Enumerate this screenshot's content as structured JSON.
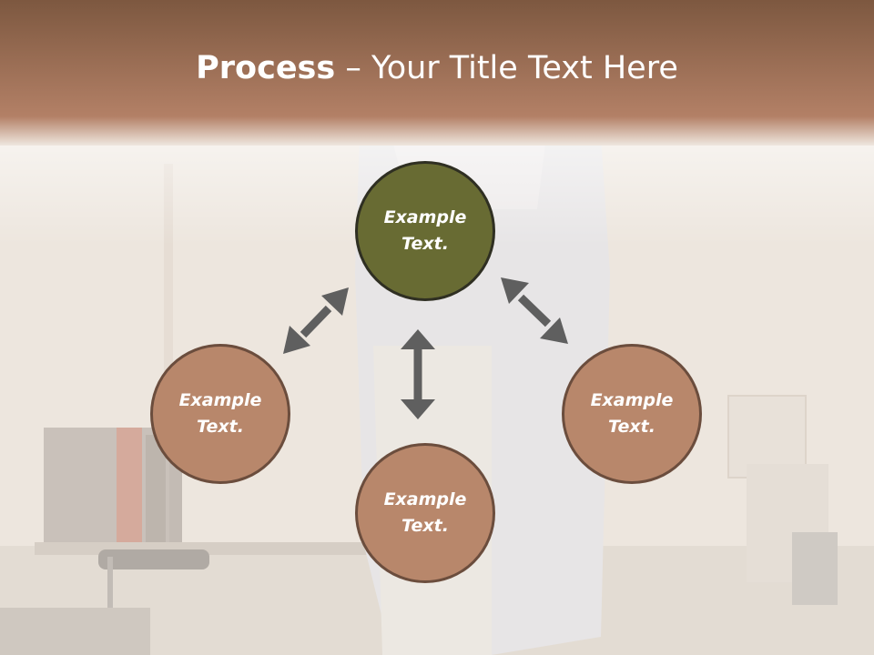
{
  "slide": {
    "title_bold": "Process",
    "title_rest": " – Your Title Text Here"
  },
  "nodes": {
    "top": {
      "line1": "Example",
      "line2": "Text."
    },
    "left": {
      "line1": "Example",
      "line2": "Text."
    },
    "bottom": {
      "line1": "Example",
      "line2": "Text."
    },
    "right": {
      "line1": "Example",
      "line2": "Text."
    }
  },
  "colors": {
    "header_top": "#7f5a42",
    "header_bottom": "#b88368",
    "primary_node": "#686b33",
    "secondary_node": "#b8876b",
    "arrow": "#5f5f5f",
    "title_text": "#ffffff"
  }
}
